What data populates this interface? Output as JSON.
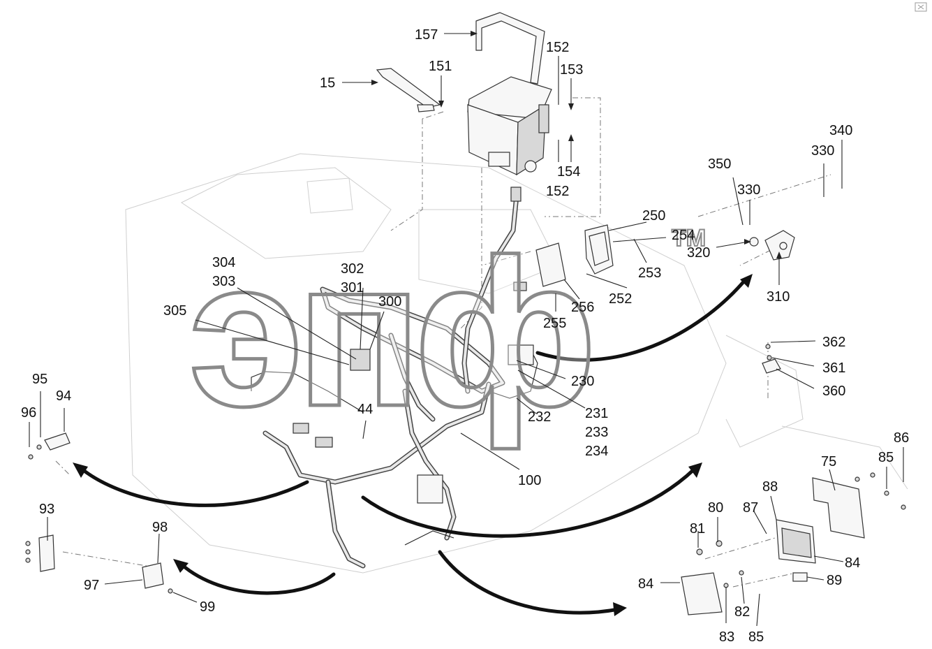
{
  "labels": {
    "l157": "157",
    "l152a": "152",
    "l153": "153",
    "l151": "151",
    "l15": "15",
    "l154": "154",
    "l152b": "152",
    "l350": "350",
    "l330a": "330",
    "l340": "340",
    "l330b": "330",
    "l320": "320",
    "l310": "310",
    "l250": "250",
    "l254": "254",
    "l253": "253",
    "l252": "252",
    "l256": "256",
    "l255": "255",
    "l304": "304",
    "l303": "303",
    "l302": "302",
    "l301": "301",
    "l300": "300",
    "l305": "305",
    "l230": "230",
    "l231": "231",
    "l233": "233",
    "l234": "234",
    "l232": "232",
    "l44": "44",
    "l100": "100",
    "l95": "95",
    "l94": "94",
    "l96": "96",
    "l362": "362",
    "l361": "361",
    "l360": "360",
    "l86": "86",
    "l75": "75",
    "l85a": "85",
    "l88": "88",
    "l80": "80",
    "l87": "87",
    "l81": "81",
    "l84a": "84",
    "l89": "89",
    "l84b": "84",
    "l82": "82",
    "l83": "83",
    "l85b": "85",
    "l93": "93",
    "l98": "98",
    "l97": "97",
    "l99": "99"
  },
  "watermark": {
    "text": "эпф",
    "mark": "TM"
  },
  "icons": {
    "corner": "close-icon"
  }
}
